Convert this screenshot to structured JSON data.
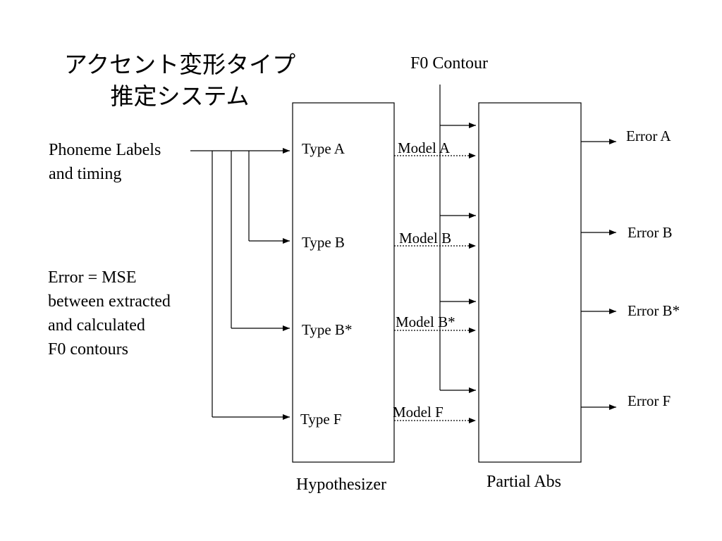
{
  "title": {
    "line1": "アクセント変形タイプ",
    "line2": "推定システム"
  },
  "inputs": {
    "phoneme_line1": "Phoneme Labels",
    "phoneme_line2": "and timing",
    "f0_contour": "F0 Contour"
  },
  "note": {
    "line1": "Error = MSE",
    "line2": "between extracted",
    "line3": "and calculated",
    "line4": "F0 contours"
  },
  "hypothesizer": {
    "label": "Hypothesizer",
    "types": [
      "Type A",
      "Type B",
      "Type B*",
      "Type F"
    ]
  },
  "models": [
    "Model A",
    "Model B",
    "Model B*",
    "Model F"
  ],
  "partial_abs": {
    "label": "Partial Abs"
  },
  "errors": [
    "Error A",
    "Error B",
    "Error B*",
    "Error F"
  ]
}
